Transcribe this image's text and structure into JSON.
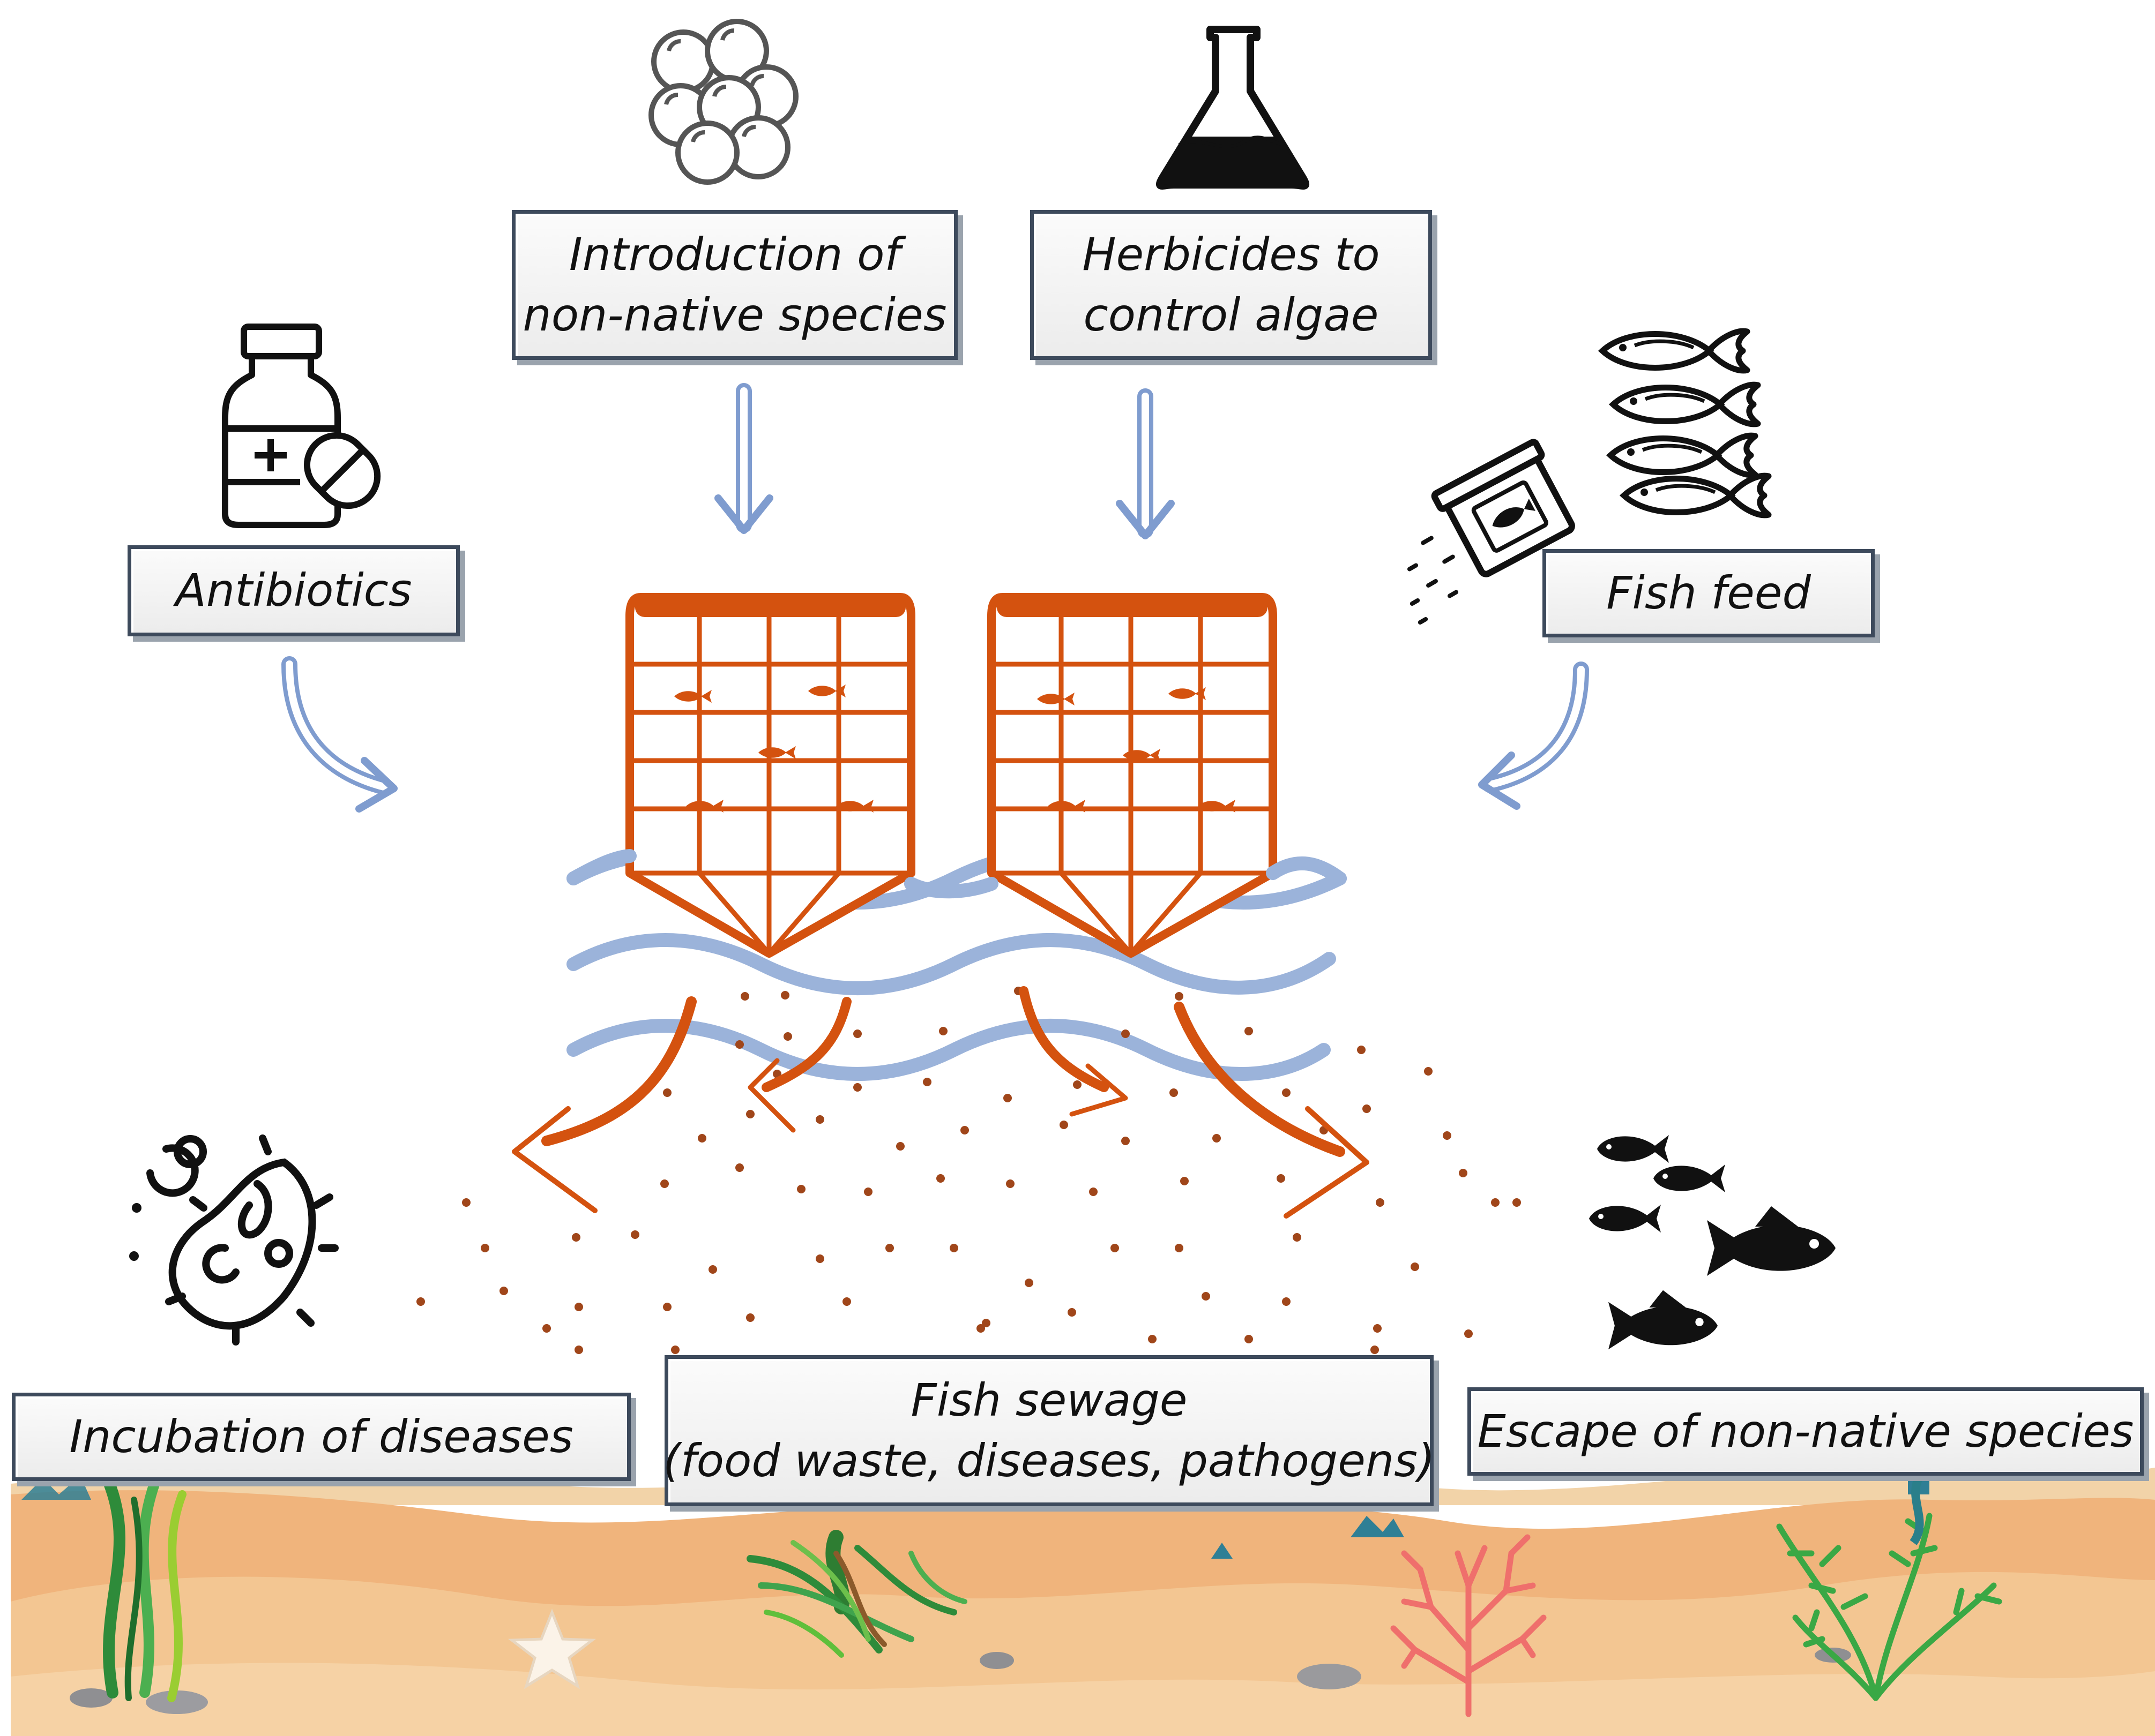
{
  "labels": {
    "introduction": {
      "line1": "Introduction of",
      "line2": "non-native species"
    },
    "herbicides": {
      "line1": "Herbicides to",
      "line2": "control algae"
    },
    "antibiotics": "Antibiotics",
    "fish_feed": "Fish feed",
    "incubation": "Incubation of diseases",
    "sewage": {
      "line1": "Fish sewage",
      "line2": "(food waste, diseases, pathogens)"
    },
    "escape": "Escape of non-native species"
  },
  "colors": {
    "cage": "#d4520f",
    "arrow_blue": "#8aa8d6",
    "wave_blue": "#9bb3da",
    "sand": "#f2c08a",
    "sand_dark": "#e9a868",
    "particle": "#a0461a",
    "icon": "#111111",
    "box_border": "#3d4a5c"
  },
  "icons": [
    "eggs-icon",
    "flask-icon",
    "medicine-bottle-icon",
    "fish-school-icon",
    "fish-food-can-icon",
    "bacteria-icon",
    "escaped-fish-icon",
    "fish-cage-icon"
  ]
}
